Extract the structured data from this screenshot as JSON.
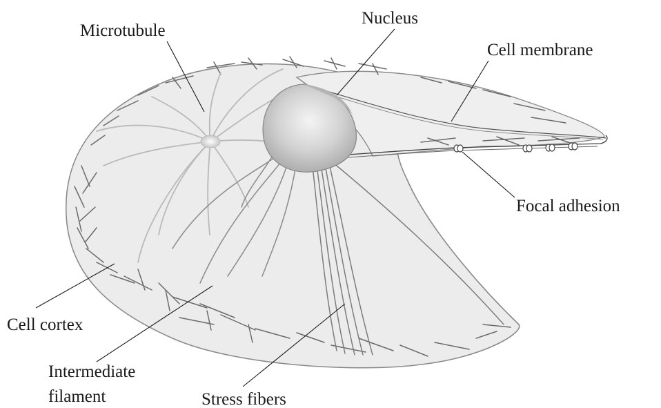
{
  "labels": {
    "microtubule": "Microtubule",
    "nucleus": "Nucleus",
    "cell_membrane": "Cell membrane",
    "focal_adhesion": "Focal adhesion",
    "cell_cortex": "Cell cortex",
    "intermediate_filament_line1": "Intermediate",
    "intermediate_filament_line2": "filament",
    "stress_fibers": "Stress fibers"
  },
  "colors": {
    "cell_fill": "#ececec",
    "cell_outline": "#8a8a8a",
    "nucleus_fill": "#cfcfcf",
    "text": "#1a1a1a"
  }
}
